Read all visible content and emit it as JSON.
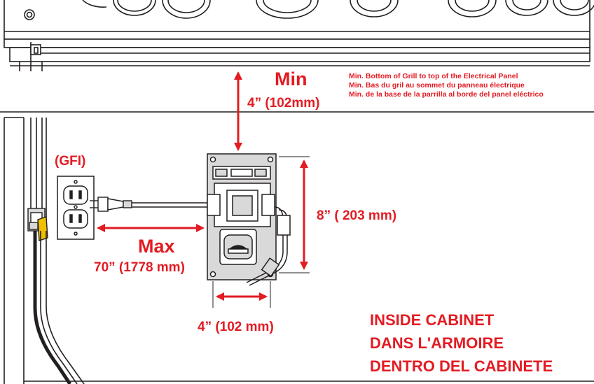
{
  "labels": {
    "min_word": "Min",
    "min_dimension": "4” (102mm)",
    "min_note": [
      "Min. Bottom of Grill to top of the Electrical Panel",
      "Min. Bas du gril au sommet du panneau électrique",
      "Min. de la base de la parrilla al borde del panel eléctrico"
    ],
    "outlet_label": "(GFI)",
    "max_word": "Max",
    "max_dimension": "70” (1778 mm)",
    "panel_height": "8” ( 203 mm)",
    "panel_width": "4” (102 mm)",
    "location": [
      "INSIDE CABINET",
      "DANS L'ARMOIRE",
      "DENTRO DEL CABINETE"
    ]
  },
  "colors": {
    "accent": "#e31b23",
    "line": "#231f20",
    "fill_light": "#ffffff",
    "fill_gray": "#d9d9d9",
    "connector": "#f0c000"
  },
  "icons": {
    "outlet": "duplex-outlet-icon",
    "plug": "power-plug-icon",
    "panel": "electrical-panel-icon"
  }
}
